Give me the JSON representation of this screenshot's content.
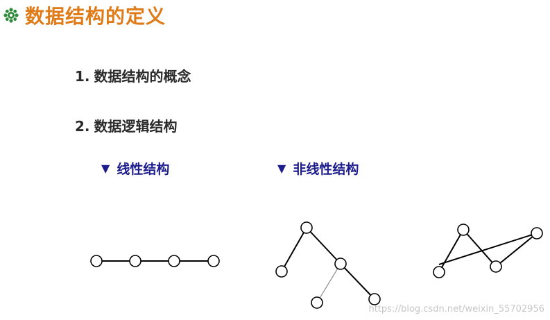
{
  "header": {
    "title": "数据结构的定义",
    "icon": "gear-flower-icon",
    "title_color": "#e07b1a"
  },
  "list": {
    "items": [
      {
        "num": "1.",
        "label": "数据结构的概念"
      },
      {
        "num": "2.",
        "label": "数据逻辑结构"
      }
    ]
  },
  "subheads": {
    "bullet": "▼",
    "linear": "线性结构",
    "nonlinear": "非线性结构",
    "color": "#1c1c8c"
  },
  "watermark": "https://blog.csdn.net/weixin_55702956"
}
